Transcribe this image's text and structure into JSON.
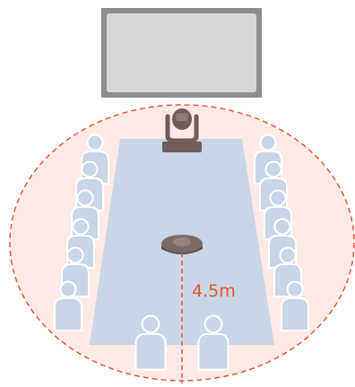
{
  "diagram": {
    "distance_label": "4.5m",
    "colors": {
      "pickup_zone_fill": "#fdeae6",
      "pickup_zone_stroke": "#e8512a",
      "table_fill": "#c9d6e6",
      "person_fill": "#c9d6e6",
      "person_stroke": "#ffffff",
      "display_frame": "#8d8d8d",
      "display_screen": "#d8d8d8",
      "camera_body": "#6e5e5a",
      "microphone": "#7a6a66",
      "dimension_line": "#e8512a",
      "text": "#e8512a"
    },
    "icons": {
      "display": "display-screen-icon",
      "camera": "ptz-camera-icon",
      "microphone": "speakerphone-icon",
      "person": "person-icon"
    },
    "seating": {
      "left_side_count": 6,
      "right_side_count": 6,
      "front_count": 2
    }
  }
}
